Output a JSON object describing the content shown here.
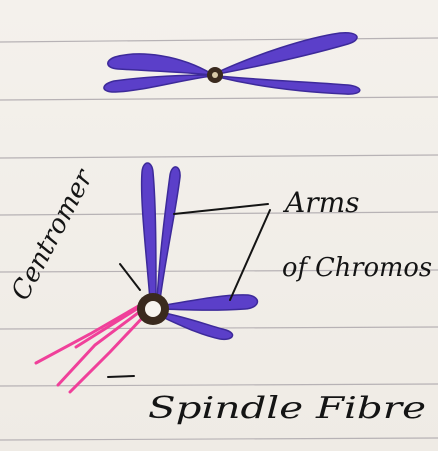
{
  "labels": {
    "centromere": "Centromer",
    "arms_line1": "Arms",
    "arms_line2": "of Chromos",
    "spindle": "Spindle Fibre"
  },
  "colors": {
    "paper": "#f2eee9",
    "ruled_line": "#b7b2b5",
    "chromatid": "#5b3fc9",
    "chromatid_edge": "#3d2a9a",
    "centromere": "#3a2a1e",
    "spindle": "#f0409a",
    "ink": "#141414"
  }
}
